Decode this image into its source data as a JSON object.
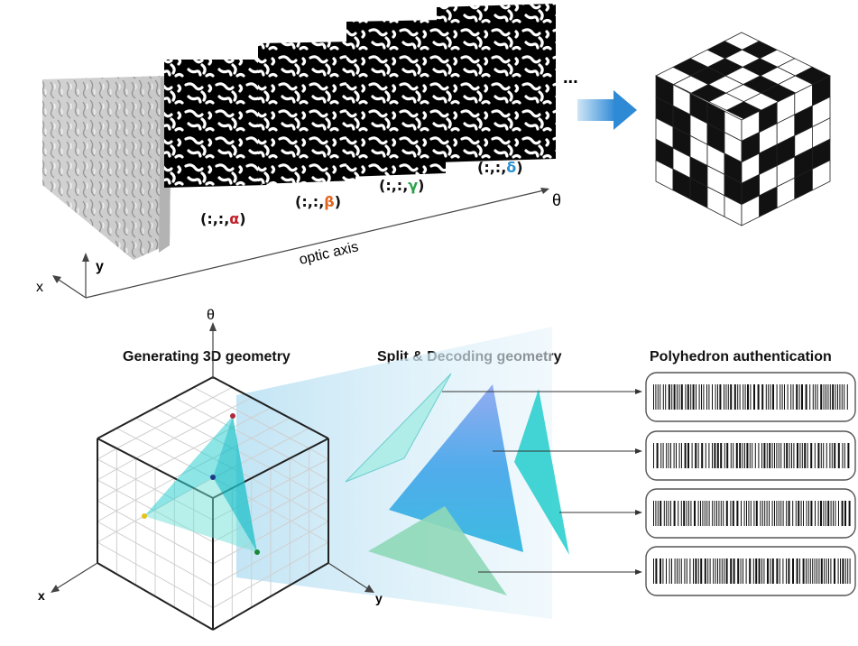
{
  "top": {
    "slices": [
      {
        "prefix": "(:,:,",
        "symbol": "α",
        "suffix": ")",
        "color": "#c0202a"
      },
      {
        "prefix": "(:,:,",
        "symbol": "β",
        "suffix": ")",
        "color": "#e0641e"
      },
      {
        "prefix": "(:,:,",
        "symbol": "γ",
        "suffix": ")",
        "color": "#2aa14a"
      },
      {
        "prefix": "(:,:,",
        "symbol": "δ",
        "suffix": ")",
        "color": "#2a8fd0"
      }
    ],
    "ellipsis": "...",
    "axis_theta": "θ",
    "axis_optic": "optic axis",
    "axis_x": "x",
    "axis_y": "y"
  },
  "bottom": {
    "headings": {
      "generating": "Generating 3D geometry",
      "split": "Split & Decoding geometry",
      "auth": "Polyhedron authentication"
    },
    "axis_theta": "θ",
    "axis_x": "x",
    "axis_y": "y",
    "barcodes": 4
  },
  "colors": {
    "arrow": "#3a90d8",
    "tri_light": "#9fe6e4",
    "tri_blue": "#4aa6e8",
    "tri_cyan": "#2fcfcf",
    "tri_green": "#8fd8b8",
    "beam": "#cfe9f6"
  }
}
